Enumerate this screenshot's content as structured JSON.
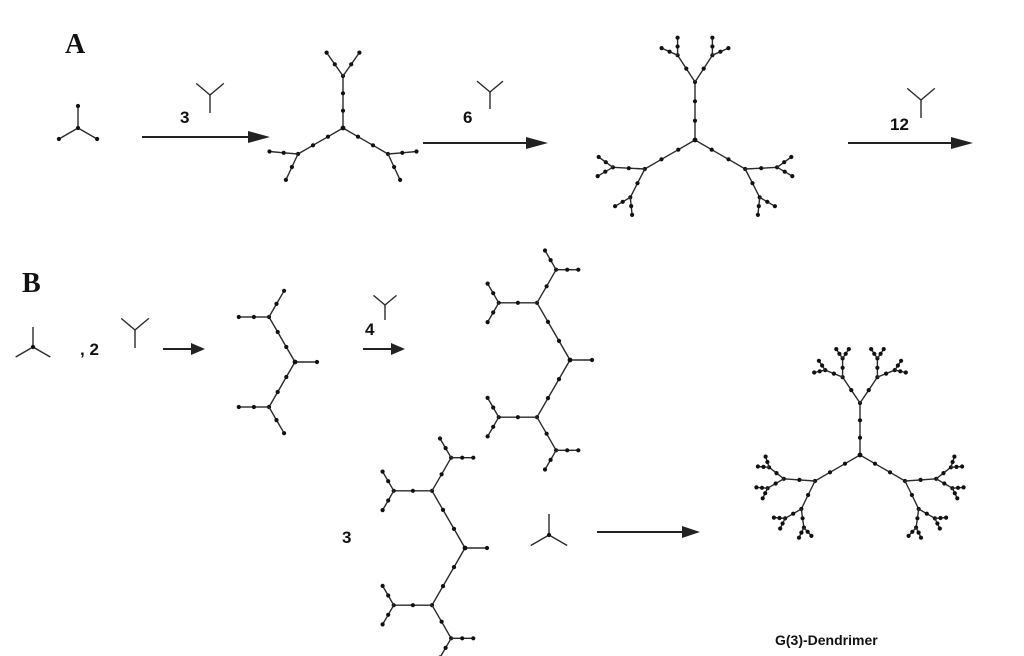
{
  "labels": {
    "section_a": "A",
    "section_b": "B",
    "a_step1": "3",
    "a_step2": "6",
    "a_step3": "12",
    "b_count2": ", 2",
    "b_step4": "4",
    "b_count3": "3",
    "caption": "G(3)-Dendrimer"
  }
}
